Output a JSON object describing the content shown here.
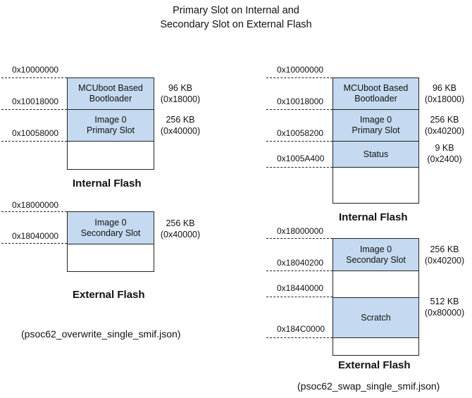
{
  "title": [
    "Primary Slot on Internal and",
    "Secondary Slot on External Flash"
  ],
  "diagrams": {
    "left_internal": {
      "addresses": [
        "0x10000000",
        "0x10018000",
        "0x10058000"
      ],
      "regions": [
        {
          "name": [
            "MCUboot Based",
            "Bootloader"
          ],
          "size": [
            "96 KB",
            "(0x18000)"
          ]
        },
        {
          "name": [
            "Image 0",
            "Primary Slot"
          ],
          "size": [
            "256 KB",
            "(0x40000)"
          ]
        }
      ],
      "caption": "Internal Flash"
    },
    "left_external": {
      "addresses": [
        "0x18000000",
        "0x18040000"
      ],
      "regions": [
        {
          "name": [
            "Image 0",
            "Secondary Slot"
          ],
          "size": [
            "256 KB",
            "(0x40000)"
          ]
        }
      ],
      "caption": "External Flash"
    },
    "left_note": "(psoc62_overwrite_single_smif.json)",
    "right_internal": {
      "addresses": [
        "0x10000000",
        "0x10018000",
        "0x10058200",
        "0x1005A400"
      ],
      "regions": [
        {
          "name": [
            "MCUboot Based",
            "Bootloader"
          ],
          "size": [
            "96 KB",
            "(0x18000)"
          ]
        },
        {
          "name": [
            "Image 0",
            "Primary Slot"
          ],
          "size": [
            "256 KB",
            "(0x40200)"
          ]
        },
        {
          "name": [
            "Status"
          ],
          "size": [
            "9 KB",
            "(0x2400)"
          ]
        }
      ],
      "caption": "Internal Flash"
    },
    "right_external": {
      "addresses": [
        "0x18000000",
        "0x18040200",
        "0x18440000",
        "0x184C0000"
      ],
      "regions": [
        {
          "name": [
            "Image 0",
            "Secondary Slot"
          ],
          "size": [
            "256 KB",
            "(0x40200)"
          ]
        },
        {
          "name": [
            "Scratch"
          ],
          "size": [
            "512 KB",
            "(0x80000)"
          ]
        }
      ],
      "caption": "External Flash"
    },
    "right_note": "(psoc62_swap_single_smif.json)"
  }
}
